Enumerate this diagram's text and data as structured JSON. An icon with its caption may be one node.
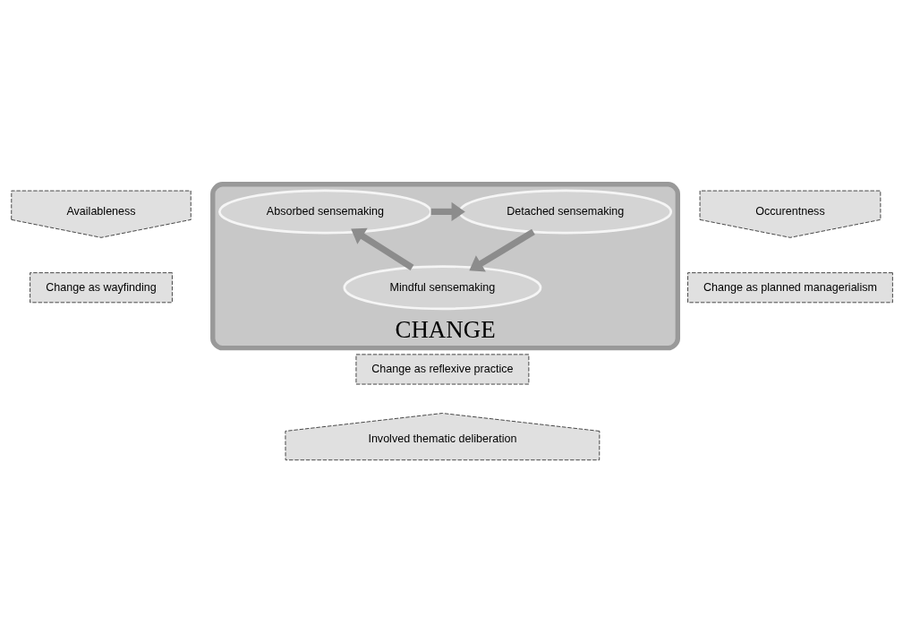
{
  "diagram": {
    "nodes": [
      {
        "text": [
          "Availableness"
        ]
      },
      {
        "text": [
          "Change as wayfinding"
        ]
      },
      {
        "text": [
          "Occurentness"
        ]
      },
      {
        "text": [
          "Change as planned managerialism"
        ]
      },
      {
        "text": [
          "CHANGE"
        ]
      },
      {
        "text": [
          "Absorbed sensemaking"
        ],
        "in": 4
      },
      {
        "text": [
          "Detached sensemaking"
        ],
        "in": 4
      },
      {
        "text": [
          "Mindful sensemaking"
        ],
        "in": 4
      },
      {
        "text": [
          "Change as reflexive practice"
        ]
      },
      {
        "text": [
          "Involved thematic deliberation"
        ]
      }
    ],
    "edges": [
      {
        "from": 5,
        "to": 6,
        "arrow": "to"
      },
      {
        "from": 6,
        "to": 7,
        "arrow": "to"
      },
      {
        "from": 7,
        "to": 5,
        "arrow": "to"
      }
    ]
  }
}
